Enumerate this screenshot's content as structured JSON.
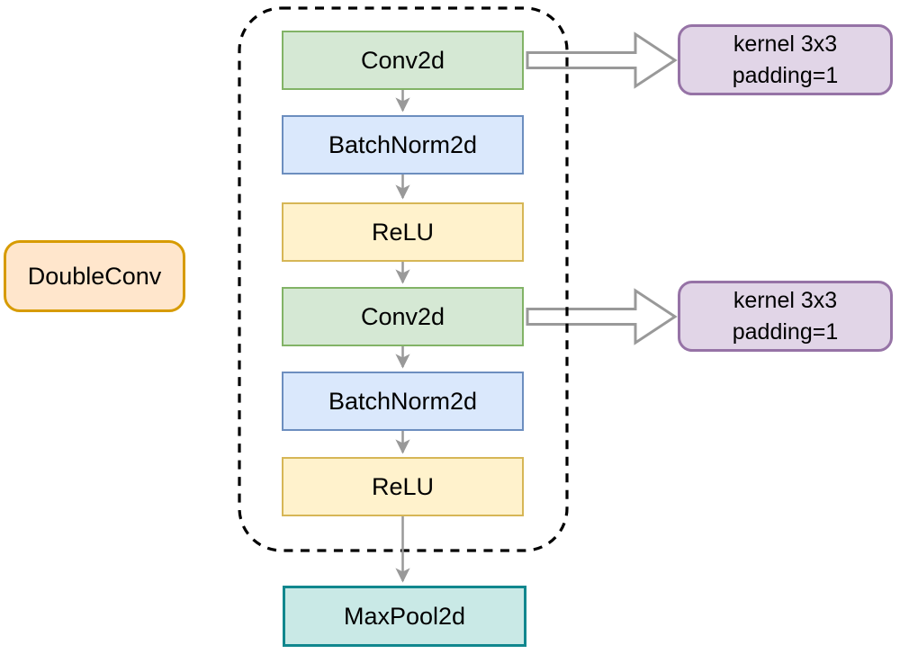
{
  "diagram": {
    "group_label": "DoubleConv",
    "layers": [
      {
        "label": "Conv2d",
        "type": "conv"
      },
      {
        "label": "BatchNorm2d",
        "type": "batchnorm"
      },
      {
        "label": "ReLU",
        "type": "relu"
      },
      {
        "label": "Conv2d",
        "type": "conv"
      },
      {
        "label": "BatchNorm2d",
        "type": "batchnorm"
      },
      {
        "label": "ReLU",
        "type": "relu"
      }
    ],
    "annotations": [
      {
        "line1": "kernel 3x3",
        "line2": "padding=1"
      },
      {
        "line1": "kernel 3x3",
        "line2": "padding=1"
      }
    ],
    "output": {
      "label": "MaxPool2d"
    },
    "colors": {
      "conv_fill": "#d5e8d4",
      "conv_stroke": "#82b366",
      "batchnorm_fill": "#dae8fc",
      "batchnorm_stroke": "#6c8ebf",
      "relu_fill": "#fff2cc",
      "relu_stroke": "#d6b656",
      "group_fill": "#ffe6cc",
      "group_stroke": "#d79b00",
      "annotation_fill": "#e1d5e7",
      "annotation_stroke": "#9673a6",
      "output_fill": "#c9e9e6",
      "output_stroke": "#11878e",
      "arrow": "#999999",
      "dashed_border": "#000000"
    }
  }
}
